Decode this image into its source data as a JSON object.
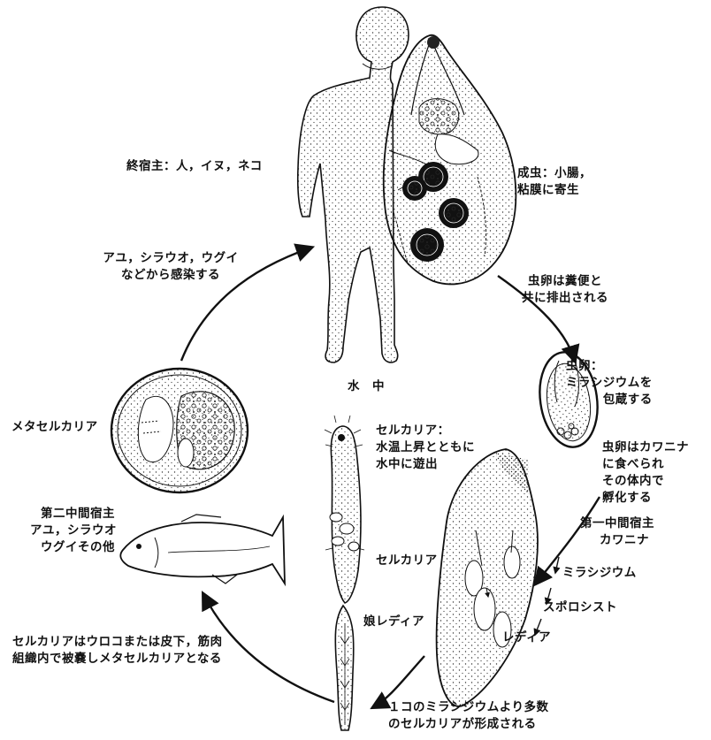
{
  "labels": {
    "definitive_host": "終宿主：人，イヌ，ネコ",
    "adult": [
      "成虫：小腸，",
      "粘膜に寄生"
    ],
    "eggs_excreted": [
      "虫卵は糞便と",
      "共に排出される"
    ],
    "egg": [
      "虫卵：",
      "ミラシジウムを",
      "包蔵する"
    ],
    "in_water": "水　中",
    "egg_eaten": [
      "虫卵はカワニナ",
      "に食べられ",
      "その体内で",
      "孵化する"
    ],
    "first_host": [
      "第一中間宿主",
      "カワニナ"
    ],
    "stage_miracidium": "ミラシジウム",
    "stage_sporocyst": "スポロシスト",
    "stage_redia": "レディア",
    "cercaria_release": [
      "セルカリア：",
      "水温上昇とともに",
      "水中に遊出"
    ],
    "cercaria": "セルカリア",
    "daughter_redia": "娘レディア",
    "many_cercariae": [
      "１コのミラシジウムより多数",
      "のセルカリアが形成される"
    ],
    "encyst": [
      "セルカリアはウロコまたは皮下，筋肉",
      "組織内で被嚢しメタセルカリアとなる"
    ],
    "metacercaria": "メタセルカリア",
    "second_host": [
      "第二中間宿主",
      "アユ，シラウオ",
      "ウグイその他"
    ],
    "infection": [
      "アユ，シラウオ，ウグイ",
      "などから感染する"
    ]
  },
  "colors": {
    "ink": "#111111",
    "background": "#ffffff"
  }
}
